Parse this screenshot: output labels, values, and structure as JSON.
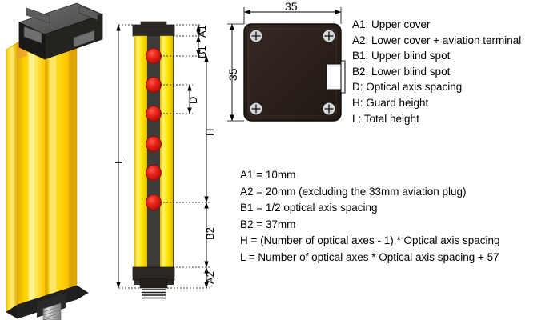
{
  "topview": {
    "width_label": "35",
    "height_label": "35"
  },
  "front_view": {
    "dimensions": {
      "a1": "A1",
      "a2": "A2",
      "b1": "B1",
      "b2": "B2",
      "d": "D",
      "h": "H",
      "l": "L"
    },
    "optical_axis_count": 6
  },
  "legend": {
    "items": [
      "A1: Upper cover",
      "A2: Lower cover + aviation terminal",
      "B1: Upper blind spot",
      "B2: Lower blind spot",
      "D: Optical axis spacing",
      "H: Guard height",
      "L: Total height"
    ]
  },
  "formulas": {
    "items": [
      "A1 = 10mm",
      "A2 = 20mm (excluding the 33mm aviation plug)",
      "B1 = 1/2 optical axis spacing",
      "B2 = 37mm",
      "H = (Number of optical axes - 1) * Optical axis spacing",
      "L = Number of optical axes * Optical axis spacing + 57"
    ]
  },
  "colors": {
    "yellow": "#FFE400",
    "yellow_light": "#FFF27A",
    "yellow_dark": "#E0B500",
    "body_dark": "#3B3A38",
    "cap_dark": "#2A2724",
    "sensor_red": "#E02219",
    "topview_fill": "#2B211C",
    "line": "#000000"
  }
}
